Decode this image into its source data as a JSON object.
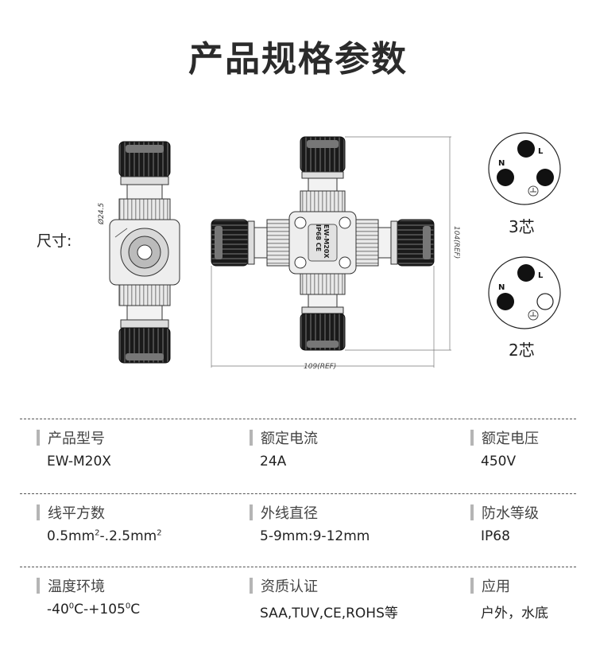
{
  "title": "产品规格参数",
  "size_label": "尺寸:",
  "drawing": {
    "side_diameter": "Ø24.5",
    "height_ref": "104(REF)",
    "width_ref": "109(REF)",
    "body_marking_line1": "IP68 CE",
    "body_marking_line2": "EW-M20X"
  },
  "pin_diagrams": [
    {
      "caption": "3芯",
      "pin_n": "N",
      "pin_l": "L"
    },
    {
      "caption": "2芯",
      "pin_n": "N",
      "pin_l": "L"
    }
  ],
  "specs": [
    {
      "label": "产品型号",
      "value": "EW-M20X"
    },
    {
      "label": "额定电流",
      "value": "24A"
    },
    {
      "label": "额定电压",
      "value": "450V"
    },
    {
      "label": "线平方数",
      "value_parts": [
        "0.5mm",
        "2",
        "-.2.5mm",
        "2"
      ]
    },
    {
      "label": "外线直径",
      "value": "5-9mm:9-12mm"
    },
    {
      "label": "防水等级",
      "value": "IP68"
    },
    {
      "label": "温度环境",
      "value_parts": [
        "-40",
        "0",
        "C-+105",
        "0",
        "C"
      ]
    },
    {
      "label": "资质认证",
      "value": "SAA,TUV,CE,ROHS等"
    },
    {
      "label": "应用",
      "value": "户外，水底"
    }
  ]
}
